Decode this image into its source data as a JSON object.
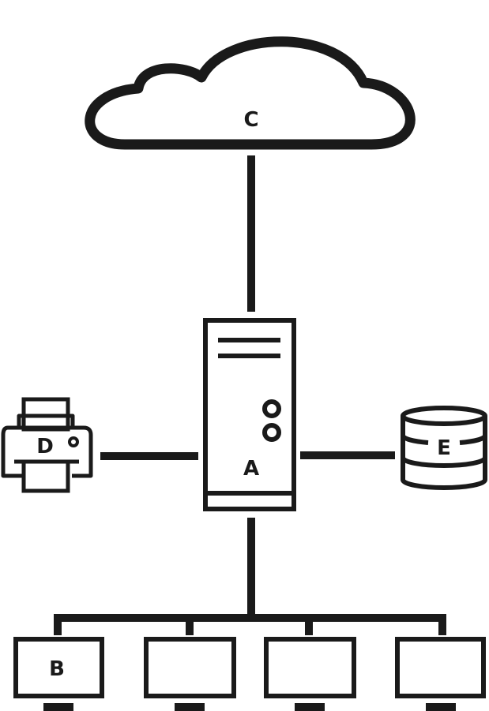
{
  "colors": {
    "ink": "#1a1a1a",
    "background": "#ffffff"
  },
  "nodes": {
    "cloud": {
      "label": "C",
      "icon": "cloud-icon"
    },
    "server": {
      "label": "A",
      "icon": "server-tower-icon"
    },
    "printer": {
      "label": "D",
      "icon": "printer-icon"
    },
    "database": {
      "label": "E",
      "icon": "database-icon"
    },
    "monitors": [
      {
        "label": "B",
        "icon": "monitor-icon"
      },
      {
        "label": "",
        "icon": "monitor-icon"
      },
      {
        "label": "",
        "icon": "monitor-icon"
      },
      {
        "label": "",
        "icon": "monitor-icon"
      }
    ]
  }
}
